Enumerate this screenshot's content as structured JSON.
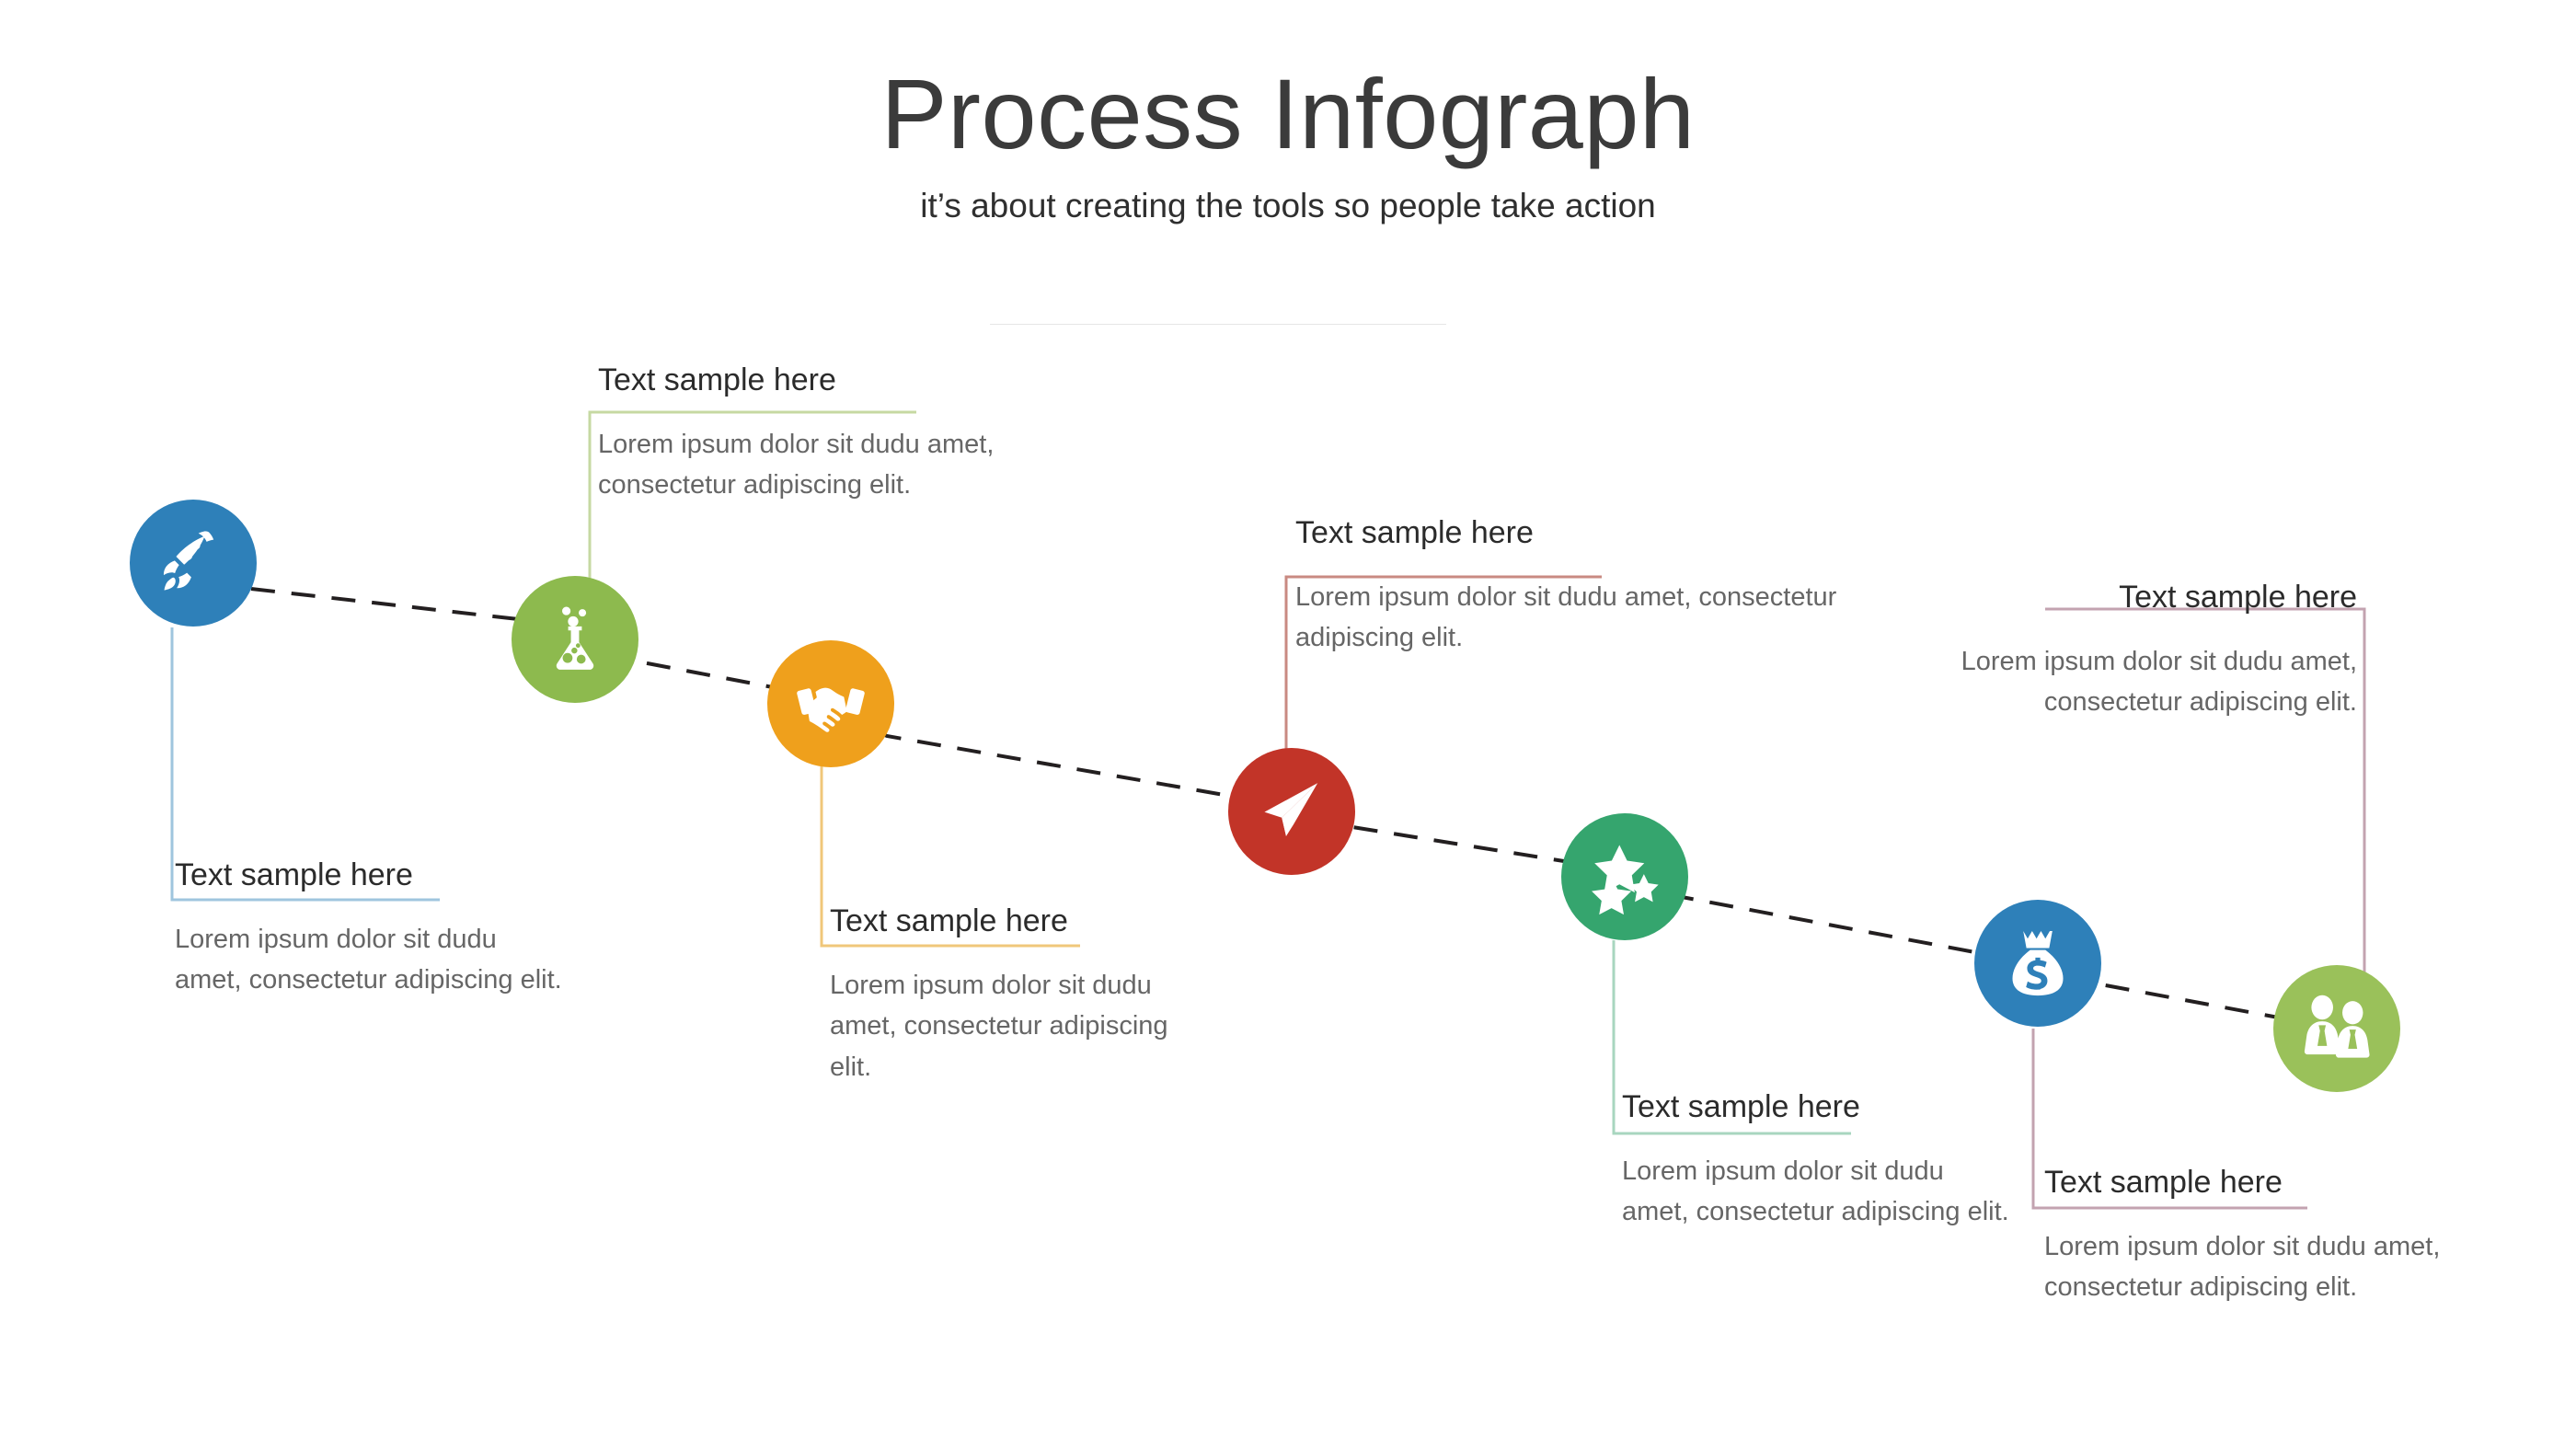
{
  "header": {
    "title": "Process Infograph",
    "subtitle": "it’s about creating the tools so people take action"
  },
  "palette": {
    "blue": "#2E80B9",
    "green": "#8DBA4E",
    "orange": "#EFA01C",
    "red": "#C23428",
    "teal": "#35A56E",
    "blue2": "#2E80B9",
    "green2": "#9AC15A",
    "title_text": "#3b3b3b",
    "body_text": "#666666",
    "dash_line": "#231f20",
    "divider": "#e6e6e6"
  },
  "steps": [
    {
      "id": "step-1",
      "icon": "rocket-icon",
      "color": "#2E80B9",
      "connector_color": "#9fc5de",
      "title": "Text sample here",
      "body": "Lorem ipsum dolor sit dudu amet, consectetur adipiscing elit."
    },
    {
      "id": "step-2",
      "icon": "flask-icon",
      "color": "#8DBA4E",
      "connector_color": "#c6d9a2",
      "title": "Text sample here",
      "body": "Lorem ipsum dolor sit dudu amet, consectetur adipiscing elit."
    },
    {
      "id": "step-3",
      "icon": "handshake-icon",
      "color": "#EFA01C",
      "connector_color": "#f0c77a",
      "title": "Text sample here",
      "body": "Lorem ipsum dolor sit dudu amet, consectetur adipiscing elit."
    },
    {
      "id": "step-4",
      "icon": "paper-plane-icon",
      "color": "#C23428",
      "connector_color": "#c98a82",
      "title": "Text sample here",
      "body": "Lorem ipsum dolor sit dudu amet, consectetur adipiscing elit."
    },
    {
      "id": "step-5",
      "icon": "stars-icon",
      "color": "#35A56E",
      "connector_color": "#a8d6bf",
      "title": "Text sample here",
      "body": "Lorem ipsum dolor sit dudu amet, consectetur adipiscing elit."
    },
    {
      "id": "step-6",
      "icon": "money-bag-icon",
      "color": "#2E80B9",
      "connector_color": "#c3a3b0",
      "title": "Text sample here",
      "body": "Lorem ipsum dolor sit dudu amet, consectetur adipiscing elit."
    },
    {
      "id": "step-7",
      "icon": "people-icon",
      "color": "#9AC15A",
      "connector_color": "#c3a3b0",
      "title": "Text sample here",
      "body": "Lorem ipsum dolor sit dudu amet, consectetur adipiscing elit."
    }
  ]
}
